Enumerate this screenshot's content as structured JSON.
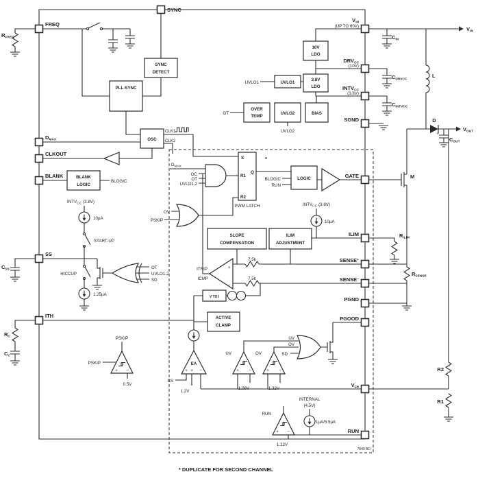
{
  "diagram": {
    "footnote": "* DUPLICATE FOR SECOND CHANNEL",
    "part_ref": "7840 BD"
  },
  "pins": {
    "sync": "SYNC",
    "freq": "FREQ",
    "dmax": {
      "m": "D",
      "s": "MAX"
    },
    "clkout": "CLKOUT",
    "blank": "BLANK",
    "ss": "SS",
    "ith": "ITH",
    "vin": {
      "m": "V",
      "s": "IN",
      "note": "(UP TO 60V)"
    },
    "drvcc": {
      "m": "DRV",
      "s": "CC",
      "note": "(10V)"
    },
    "intvcc": {
      "m": "INTV",
      "s": "CC",
      "note": "(3.8V)"
    },
    "sgnd": "SGND",
    "gate": "GATE",
    "ilim": "ILIM",
    "sense_p": {
      "m": "SENSE",
      "s": "+"
    },
    "sense_n": {
      "m": "SENSE",
      "s": "−"
    },
    "pgnd": "PGND",
    "pgood": "PGOOD",
    "vfb": {
      "m": "V",
      "s": "FB"
    },
    "run": "RUN"
  },
  "blocks": {
    "sync_detect1": "SYNC",
    "sync_detect2": "DETECT",
    "pll_sync": "PLL-SYNC",
    "osc": "OSC",
    "blank_logic1": "BLANK",
    "blank_logic2": "LOGIC",
    "ldo10_1": "10V",
    "ldo10_2": "LDO",
    "ldo38_1": "3.8V",
    "ldo38_2": "LDO",
    "uvlo1": "UVLO1",
    "uvlo2": "UVLO2",
    "overtemp1": "OVER",
    "overtemp2": "TEMP",
    "bias": "BIAS",
    "logic": "LOGIC",
    "slope1": "SLOPE",
    "slope2": "COMPENSATION",
    "ilimadj1": "ILIM",
    "ilimadj2": "ADJUSTMENT",
    "clamp1": "ACTIVE",
    "clamp2": "CLAMP",
    "v_to_i": "V TO I"
  },
  "latch": {
    "s": "S",
    "r1": "R1",
    "q": "Q",
    "r2": "R2",
    "name": "PWM LATCH"
  },
  "signals": {
    "clk1": "CLK1",
    "clk2": "CLK2",
    "dmax": {
      "m": "D",
      "s": "MAX"
    },
    "oc": "OC",
    "ot": "OT",
    "uvlo12": "UVLO1,2",
    "ov": "OV",
    "pskip": "PSKIP",
    "blogic": "BLOGIC",
    "run": "RUN",
    "uvlo1": "UVLO1",
    "uvlo2": "UVLO2",
    "itrip": "ITRIP",
    "icmp": "ICMP",
    "startup": "START-UP",
    "hiccup": "HICCUP",
    "sd": "SD",
    "uv": "UV",
    "ea": "EA",
    "ss": "SS",
    "internal1": "INTERNAL",
    "internal2": "(4.5V)",
    "asterisk": "*"
  },
  "values": {
    "i10u": "10µA",
    "i125u": "1.25µA",
    "i1u55u": "1µA/5.5µA",
    "r75k": "7.5k",
    "v05": "0.5V",
    "v12": "1.2V",
    "v108": "1.08V",
    "v132": "1.32V",
    "v122": "1.22V"
  },
  "parts": {
    "rfreq": {
      "m": "R",
      "s": "FREQ"
    },
    "css": {
      "m": "C",
      "s": "SS"
    },
    "rc": {
      "m": "R",
      "s": "C"
    },
    "cc": {
      "m": "C",
      "s": "C"
    },
    "cin": {
      "m": "C",
      "s": "IN"
    },
    "cdrvcc": {
      "m": "C",
      "s": "DRVCC"
    },
    "cintvcc": {
      "m": "C",
      "s": "INTVCC"
    },
    "l": "L",
    "d": "D",
    "m_fet": "M",
    "vin": {
      "m": "V",
      "s": "IN"
    },
    "vout": {
      "m": "V",
      "s": "OUT"
    },
    "cout": {
      "m": "C",
      "s": "OUT"
    },
    "rilim": {
      "m": "R",
      "s": "ILIM"
    },
    "rsense": {
      "m": "R",
      "s": "SENSE"
    },
    "r1": "R1",
    "r2": "R2"
  },
  "sym": {
    "plus": "+",
    "minus": "−"
  }
}
